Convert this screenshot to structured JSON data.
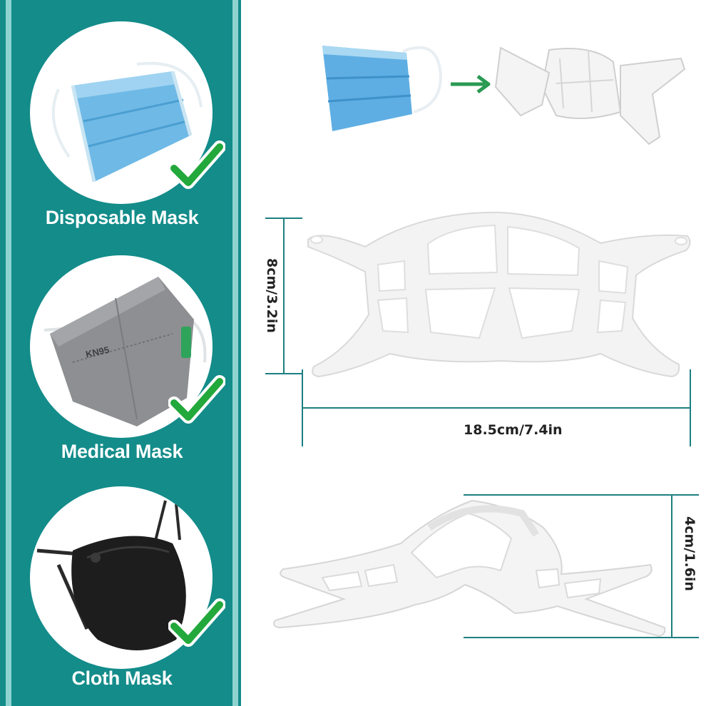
{
  "colors": {
    "panel": "#138c8a",
    "panel_stripe": "#8fd3d0",
    "check": "#22a83b",
    "arrow": "#2a9a52",
    "dimension_line": "#1d7f80"
  },
  "mask_types": [
    {
      "label": "Disposable Mask",
      "icon": "disposable-mask-image",
      "supported": true
    },
    {
      "label": "Medical Mask",
      "icon": "kn95-mask-image",
      "supported": true
    },
    {
      "label": "Cloth Mask",
      "icon": "cloth-mask-image",
      "supported": true
    }
  ],
  "product": {
    "height_label": "8cm/3.2in",
    "width_label": "18.5cm/7.4in",
    "depth_label": "4cm/1.6in"
  },
  "kn95_text": "KN95"
}
